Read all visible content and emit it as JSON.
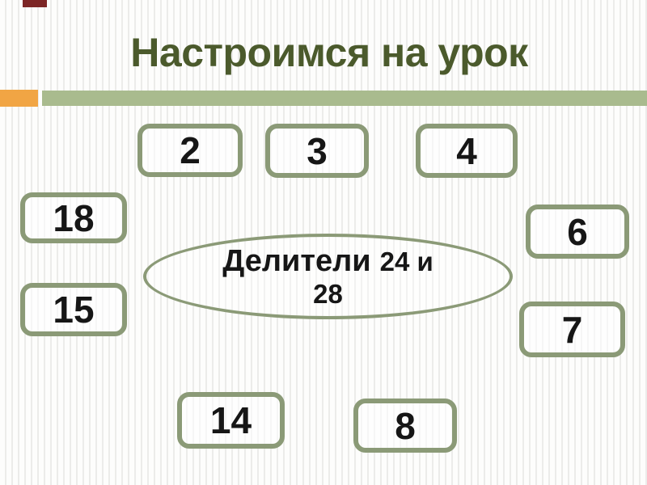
{
  "slide": {
    "title": "Настроимся на урок",
    "ellipse": {
      "label_word": "Делители",
      "label_numbers": "24 и",
      "label_line2": "28"
    },
    "boxes": [
      {
        "value": "2"
      },
      {
        "value": "3"
      },
      {
        "value": "4"
      },
      {
        "value": "18"
      },
      {
        "value": "6"
      },
      {
        "value": "15"
      },
      {
        "value": "7"
      },
      {
        "value": "14"
      },
      {
        "value": "8"
      }
    ]
  },
  "colors": {
    "title-green": "#4b5a2c",
    "accent-green": "#a9bb8e",
    "accent-orange": "#f1a544",
    "box-border": "#8b9a77",
    "corner-maroon": "#7d2626",
    "digit-black": "#161616",
    "stripe-light": "#fdfdfc",
    "stripe-dark": "#ececea"
  }
}
